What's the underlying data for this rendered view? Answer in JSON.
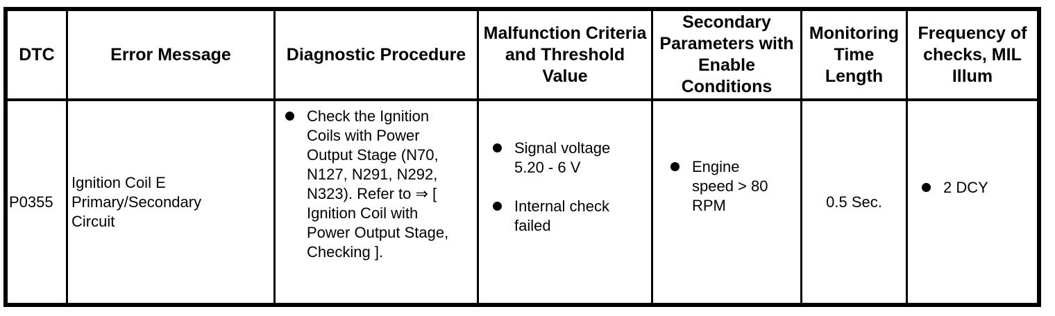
{
  "table": {
    "columns": [
      "DTC",
      "Error Message",
      "Diagnostic Procedure",
      "Malfunction Criteria\nand Threshold\nValue",
      "Secondary\nParameters with\nEnable\nConditions",
      "Monitoring\nTime\nLength",
      "Frequency of\nchecks, MIL\nIllum"
    ],
    "rows": [
      {
        "dtc": "P0355",
        "error_message": "Ignition Coil E Primary/Secondary Circuit",
        "diagnostic_procedure": [
          "Check the Ignition Coils with Power Output Stage (N70, N127, N291, N292, N323). Refer to ⇒ [ Ignition Coil with Power Output Stage, Checking ]."
        ],
        "malfunction_criteria": [
          "Signal voltage 5.20 - 6 V",
          "Internal check failed"
        ],
        "secondary_parameters": [
          "Engine speed > 80 RPM"
        ],
        "monitoring_time": "0.5 Sec.",
        "frequency_of_checks": [
          "2 DCY"
        ]
      }
    ]
  },
  "colors": {
    "border": "#000000",
    "text": "#000000",
    "background": "#ffffff"
  }
}
